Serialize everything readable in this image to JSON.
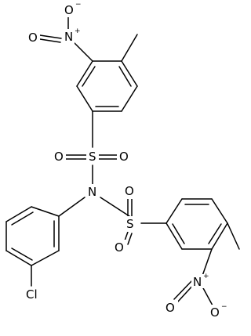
{
  "molecule": {
    "atoms": {
      "n_top": "N",
      "n_top_charge": "+",
      "o_top_anion": "O",
      "o_top_anion_charge": "−",
      "o_top_dbl": "O",
      "s_top": "S",
      "o_s_top_left": "O",
      "o_s_top_right": "O",
      "n_center": "N",
      "s_bottom": "S",
      "o_s_bottom_top": "O",
      "o_s_bottom_bot": "O",
      "cl": "Cl",
      "n_bottom": "N",
      "n_bottom_charge": "+",
      "o_bottom_dbl": "O",
      "o_bottom_anion": "O",
      "o_bottom_anion_charge": "−"
    }
  }
}
